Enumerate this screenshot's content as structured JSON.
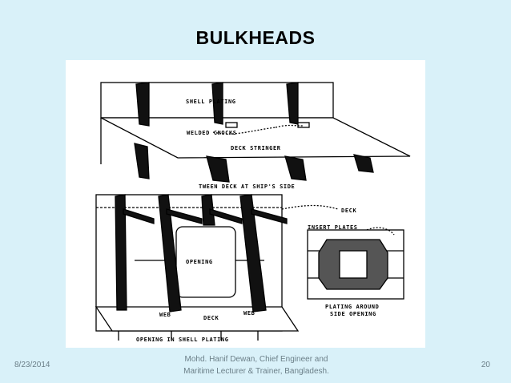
{
  "slide": {
    "title": "BULKHEADS",
    "date": "8/23/2014",
    "credit_line1": "Mohd. Hanif Dewan, Chief Engineer and",
    "credit_line2": "Maritime Lecturer & Trainer, Bangladesh.",
    "page_number": "20"
  },
  "figure": {
    "labels": {
      "shell_plating": "SHELL PLATING",
      "welded_chocks": "WELDED CHOCKS",
      "deck_stringer": "DECK STRINGER",
      "tween_deck": "TWEEN DECK AT SHIP'S SIDE",
      "deck_upper": "DECK",
      "insert_plates": "INSERT PLATES",
      "opening": "OPENING",
      "web_left": "WEB",
      "web_right": "WEB",
      "deck_lower": "DECK",
      "plating_around_line1": "PLATING AROUND",
      "plating_around_line2": "SIDE OPENING",
      "opening_in_shell": "OPENING IN SHELL PLATING"
    }
  }
}
